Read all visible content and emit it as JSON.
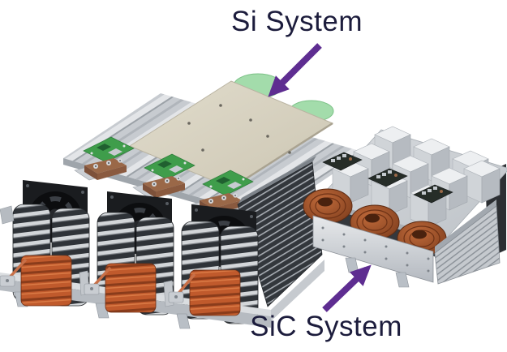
{
  "labels": {
    "si_system": "Si System",
    "sic_system": "SiC System"
  },
  "colors": {
    "background": "#ffffff",
    "label_text": "#1c1c3c",
    "arrow": "#5e2d91"
  },
  "icons": {
    "si_arrow": "arrow-down-left",
    "sic_arrow": "arrow-up-right"
  }
}
